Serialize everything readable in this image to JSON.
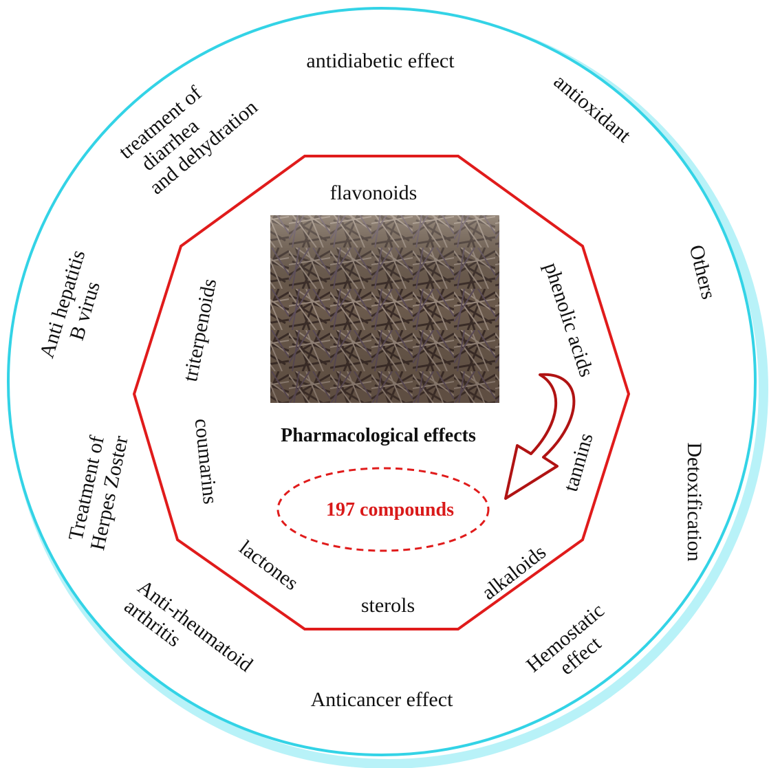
{
  "colors": {
    "outer_ring": "#33d3e6",
    "outer_ring_shadow": "#b8f2f8",
    "polygon": "#e01b1b",
    "arrow": "#b01313",
    "count_text": "#d91a1a"
  },
  "outer_effects": {
    "antidiabetic": "antidiabetic effect",
    "antioxidant": "antioxidant",
    "others": "Others",
    "detox": "Detoxification",
    "hemostatic": [
      "Hemostatic",
      "effect"
    ],
    "anticancer": "Anticancer effect",
    "rheumatoid": [
      "Anti-rheumatoid",
      "arthritis"
    ],
    "herpes": [
      "Treatment of",
      "Herpes Zoster"
    ],
    "hepatitis": [
      "Anti hepatitis",
      "B virus"
    ],
    "diarrhea": [
      "treatment of",
      "diarrhea",
      "and dehydration"
    ]
  },
  "compound_classes": {
    "flavonoids": "flavonoids",
    "phenolic": "phenolic acids",
    "tannins": "tannins",
    "alkaloids": "alkaloids",
    "sterols": "sterols",
    "lactones": "lactones",
    "coumarins": "coumarins",
    "triterpenoids": "triterpenoids"
  },
  "center": {
    "title": "Pharmacological effects",
    "compound_count": "197 compounds",
    "photo": "dried-herb-photo"
  }
}
